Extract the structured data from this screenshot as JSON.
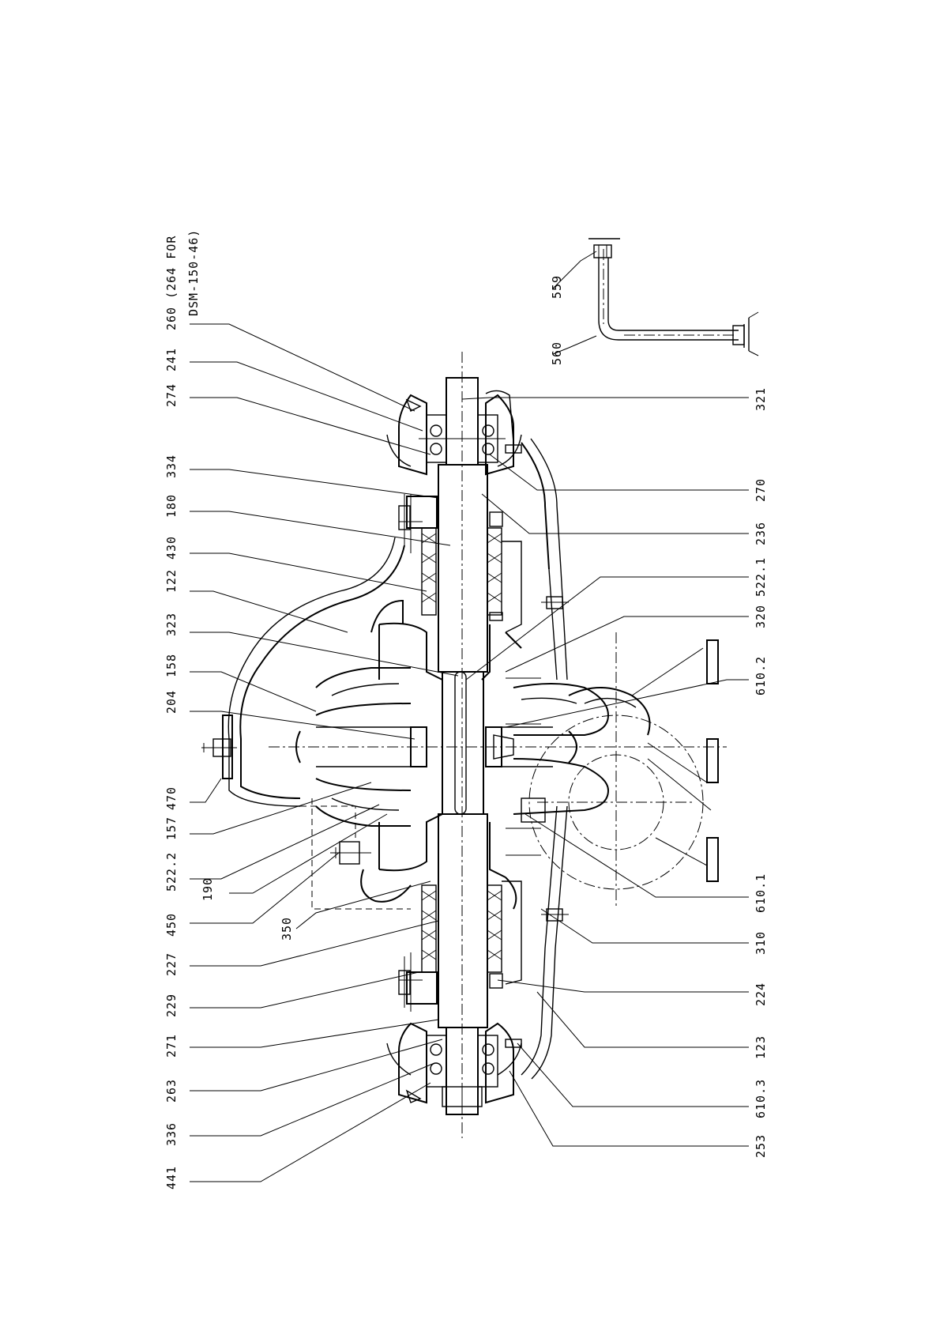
{
  "callouts": {
    "left": [
      {
        "id": "c260",
        "text": "260 (264 FOR"
      },
      {
        "id": "c260b",
        "text": "DSM-150-46)"
      },
      {
        "id": "c241",
        "text": "241"
      },
      {
        "id": "c274",
        "text": "274"
      },
      {
        "id": "c334",
        "text": "334"
      },
      {
        "id": "c180",
        "text": "180"
      },
      {
        "id": "c430",
        "text": "430"
      },
      {
        "id": "c122",
        "text": "122"
      },
      {
        "id": "c323",
        "text": "323"
      },
      {
        "id": "c158",
        "text": "158"
      },
      {
        "id": "c204",
        "text": "204"
      },
      {
        "id": "c470",
        "text": "470"
      },
      {
        "id": "c157",
        "text": "157"
      },
      {
        "id": "c5222",
        "text": "522.2"
      },
      {
        "id": "c190",
        "text": "190"
      },
      {
        "id": "c450",
        "text": "450"
      },
      {
        "id": "c350",
        "text": "350"
      },
      {
        "id": "c227",
        "text": "227"
      },
      {
        "id": "c229",
        "text": "229"
      },
      {
        "id": "c271",
        "text": "271"
      },
      {
        "id": "c263",
        "text": "263"
      },
      {
        "id": "c336",
        "text": "336"
      },
      {
        "id": "c441",
        "text": "441"
      }
    ],
    "right": [
      {
        "id": "c321",
        "text": "321"
      },
      {
        "id": "c270",
        "text": "270"
      },
      {
        "id": "c236",
        "text": "236"
      },
      {
        "id": "c5221",
        "text": "522.1"
      },
      {
        "id": "c320",
        "text": "320"
      },
      {
        "id": "c6102",
        "text": "610.2"
      },
      {
        "id": "c6101",
        "text": "610.1"
      },
      {
        "id": "c310",
        "text": "310"
      },
      {
        "id": "c224",
        "text": "224"
      },
      {
        "id": "c123",
        "text": "123"
      },
      {
        "id": "c6103",
        "text": "610.3"
      },
      {
        "id": "c253",
        "text": "253"
      }
    ],
    "inset": [
      {
        "id": "c559",
        "text": "559"
      },
      {
        "id": "c560",
        "text": "560"
      }
    ]
  }
}
